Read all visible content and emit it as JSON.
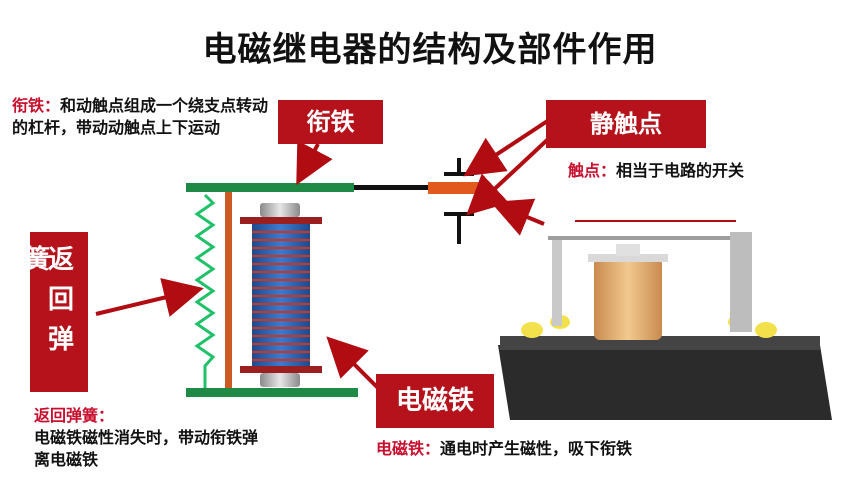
{
  "title": "电磁继电器的结构及部件作用",
  "armature_desc": {
    "term": "衔铁：",
    "text": "和动触点组成一个绕支点转动的杠杆，带动动触点上下运动"
  },
  "contact_desc": {
    "term": "触点：",
    "text": "相当于电路的开关"
  },
  "spring_desc": {
    "term": "返回弹簧：",
    "text": "电磁铁磁性消失时，带动衔铁弹离电磁铁"
  },
  "magnet_desc": {
    "term": "电磁铁：",
    "text": "通电时产生磁性，吸下衔铁"
  },
  "labels": {
    "armature": "衔铁",
    "static_contact": "静触点",
    "electromagnet": "电磁铁",
    "return_spring": "返回弹",
    "spring_cut": "簧"
  },
  "colors": {
    "label_bg": "#b5121b",
    "arrow": "#b00c12",
    "armature": "#1e8a46",
    "post": "#cc5a22",
    "spring": "#21c16a",
    "coil": "#2a5fb0",
    "winding": "#c0392b"
  }
}
